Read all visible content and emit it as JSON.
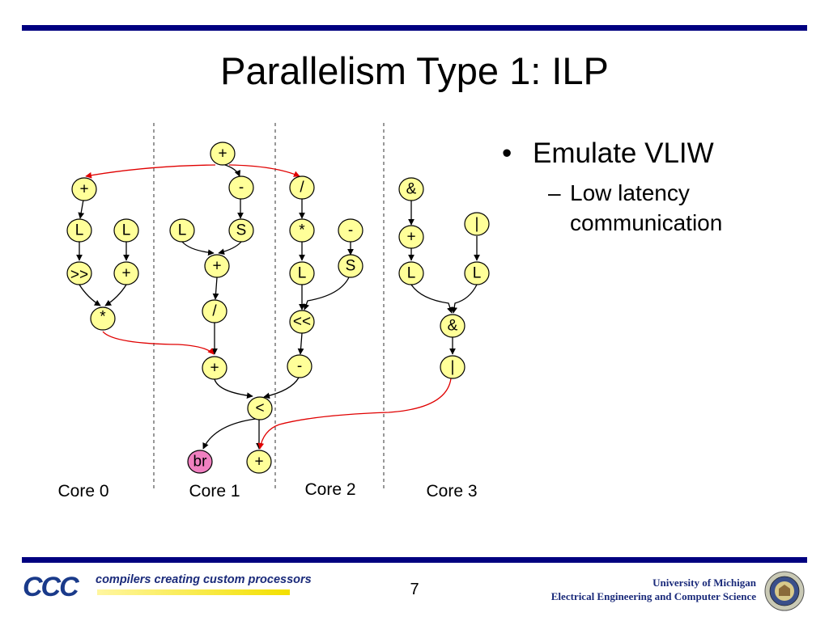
{
  "slide": {
    "title": "Parallelism Type 1:  ILP",
    "page_number": "7"
  },
  "bullets": [
    {
      "text": "Emulate VLIW",
      "sub": [
        "Low latency communication"
      ]
    }
  ],
  "diagram": {
    "cores": [
      "Core 0",
      "Core 1",
      "Core 2",
      "Core 3"
    ],
    "nodes": {
      "c1_plus_top": "+",
      "c0_plus": "+",
      "c0_L1": "L",
      "c0_L2": "L",
      "c0_shr": ">>",
      "c0_plus2": "+",
      "c0_mul": "*",
      "c1_minus": "-",
      "c1_L": "L",
      "c1_S": "S",
      "c1_plus2": "+",
      "c1_div": "/",
      "c1_plus3": "+",
      "c1_lt": "<",
      "c1_br": "br",
      "c1_plus4": "+",
      "c2_div": "/",
      "c2_mul": "*",
      "c2_minus": "-",
      "c2_L": "L",
      "c2_S": "S",
      "c2_shl": "<<",
      "c2_minus2": "-",
      "c3_and": "&",
      "c3_plus": "+",
      "c3_or": "|",
      "c3_L1": "L",
      "c3_L2": "L",
      "c3_and2": "&",
      "c3_or2": "|"
    },
    "colors": {
      "node_fill": "#ffff99",
      "branch_fill": "#f080c0",
      "remote_edge": "#e00000",
      "local_edge": "#000000"
    }
  },
  "footer": {
    "logo_text": "CCC",
    "tagline": "compilers creating custom processors",
    "university": "University of Michigan",
    "department": "Electrical Engineering and Computer Science"
  }
}
